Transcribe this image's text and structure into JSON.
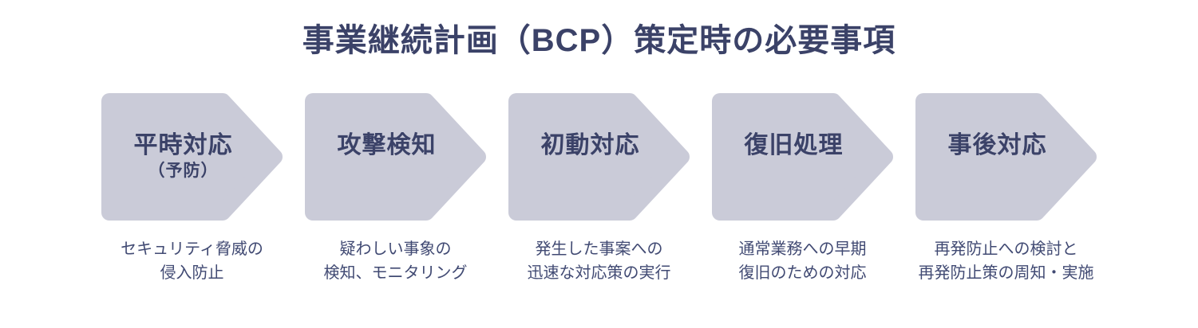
{
  "title": "事業継続計画（BCP）策定時の必要事項",
  "colors": {
    "background": "#ffffff",
    "arrow_fill": "#cacbd8",
    "heading_text": "#3b4268",
    "caption_text": "#414a73"
  },
  "steps": [
    {
      "label": "平時対応",
      "sublabel": "（予防）",
      "caption_line1": "セキュリティ脅威の",
      "caption_line2": "侵入防止"
    },
    {
      "label": "攻撃検知",
      "sublabel": "",
      "caption_line1": "疑わしい事象の",
      "caption_line2": "検知、モニタリング"
    },
    {
      "label": "初動対応",
      "sublabel": "",
      "caption_line1": "発生した事案への",
      "caption_line2": "迅速な対応策の実行"
    },
    {
      "label": "復旧処理",
      "sublabel": "",
      "caption_line1": "通常業務への早期",
      "caption_line2": "復旧のための対応"
    },
    {
      "label": "事後対応",
      "sublabel": "",
      "caption_line1": "再発防止への検討と",
      "caption_line2": "再発防止策の周知・実施"
    }
  ]
}
